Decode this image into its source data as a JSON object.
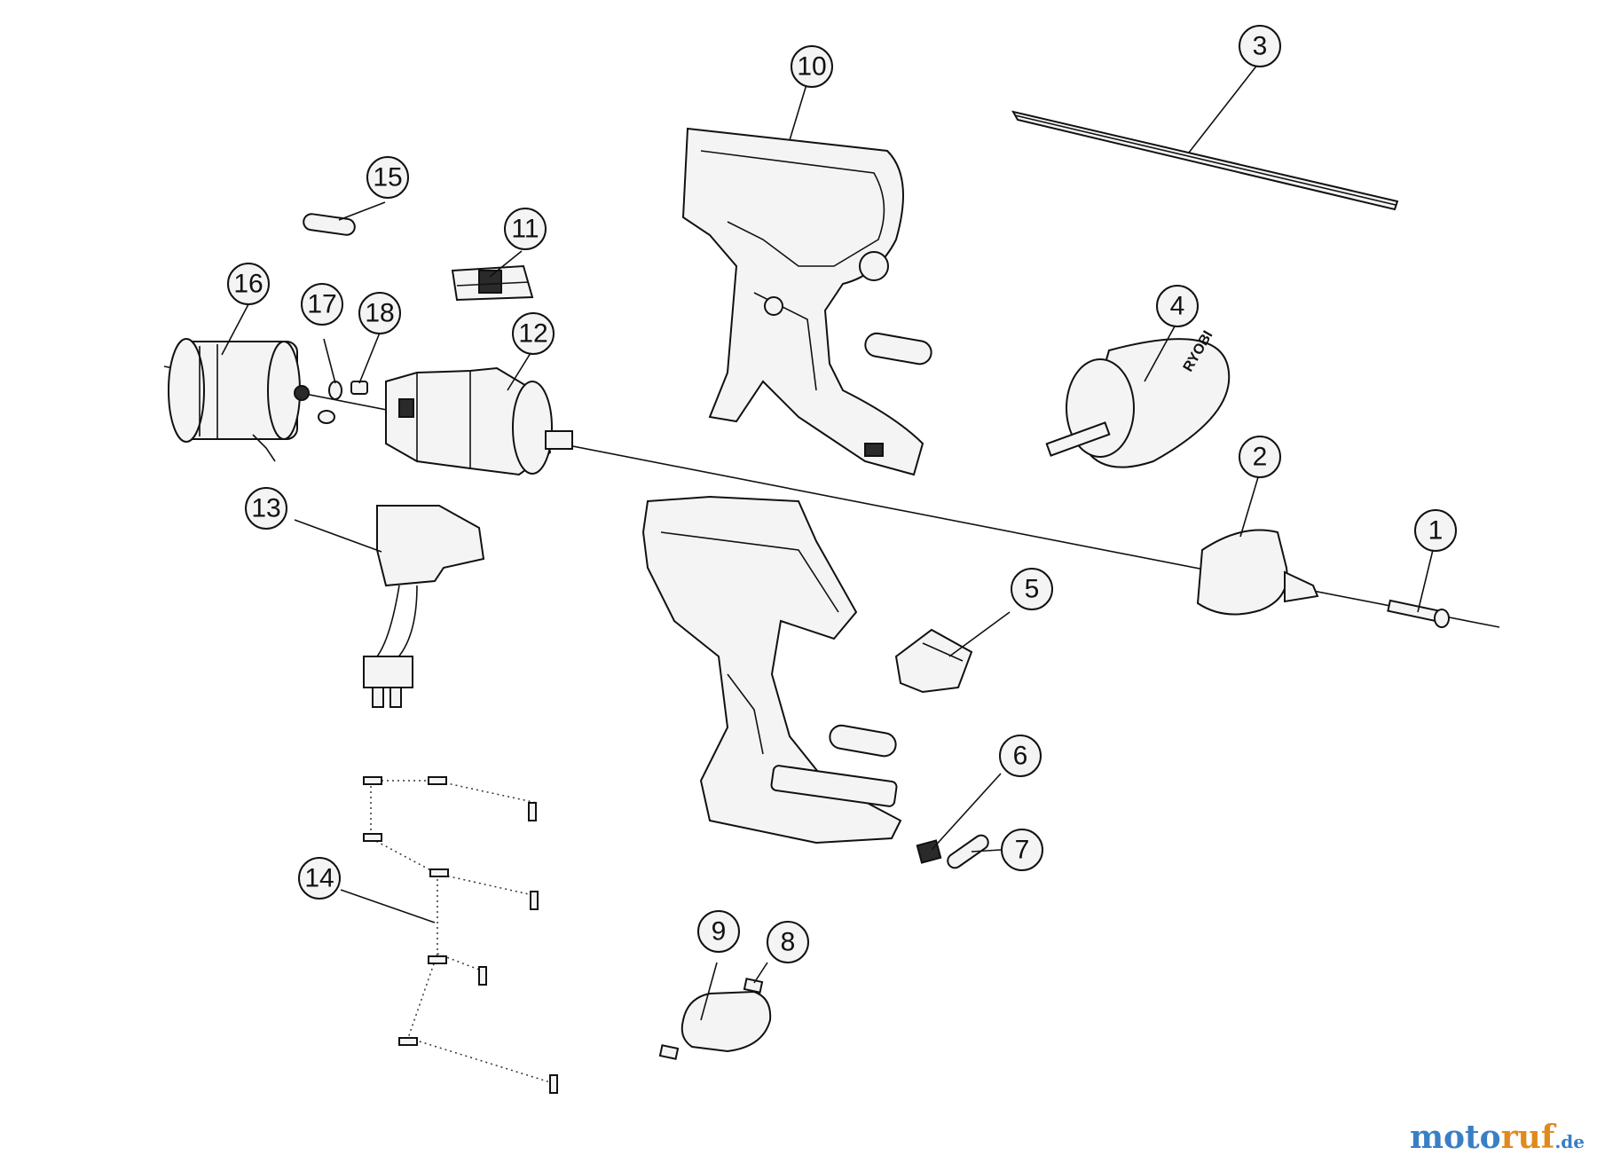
{
  "callouts": [
    {
      "id": "1",
      "label": "1"
    },
    {
      "id": "2",
      "label": "2"
    },
    {
      "id": "3",
      "label": "3"
    },
    {
      "id": "4",
      "label": "4"
    },
    {
      "id": "5",
      "label": "5"
    },
    {
      "id": "6",
      "label": "6"
    },
    {
      "id": "7",
      "label": "7"
    },
    {
      "id": "8",
      "label": "8"
    },
    {
      "id": "9",
      "label": "9"
    },
    {
      "id": "10",
      "label": "10"
    },
    {
      "id": "11",
      "label": "11"
    },
    {
      "id": "12",
      "label": "12"
    },
    {
      "id": "13",
      "label": "13"
    },
    {
      "id": "14",
      "label": "14"
    },
    {
      "id": "15",
      "label": "15"
    },
    {
      "id": "16",
      "label": "16"
    },
    {
      "id": "17",
      "label": "17"
    },
    {
      "id": "18",
      "label": "18"
    }
  ],
  "brand_on_part": "RYOBI",
  "watermark": {
    "part1": "moto",
    "part2": "ruf",
    "part3": ".de"
  },
  "colors": {
    "line": "#111111",
    "watermark_blue": "#3a7fc4",
    "watermark_orange": "#e08a1e"
  }
}
